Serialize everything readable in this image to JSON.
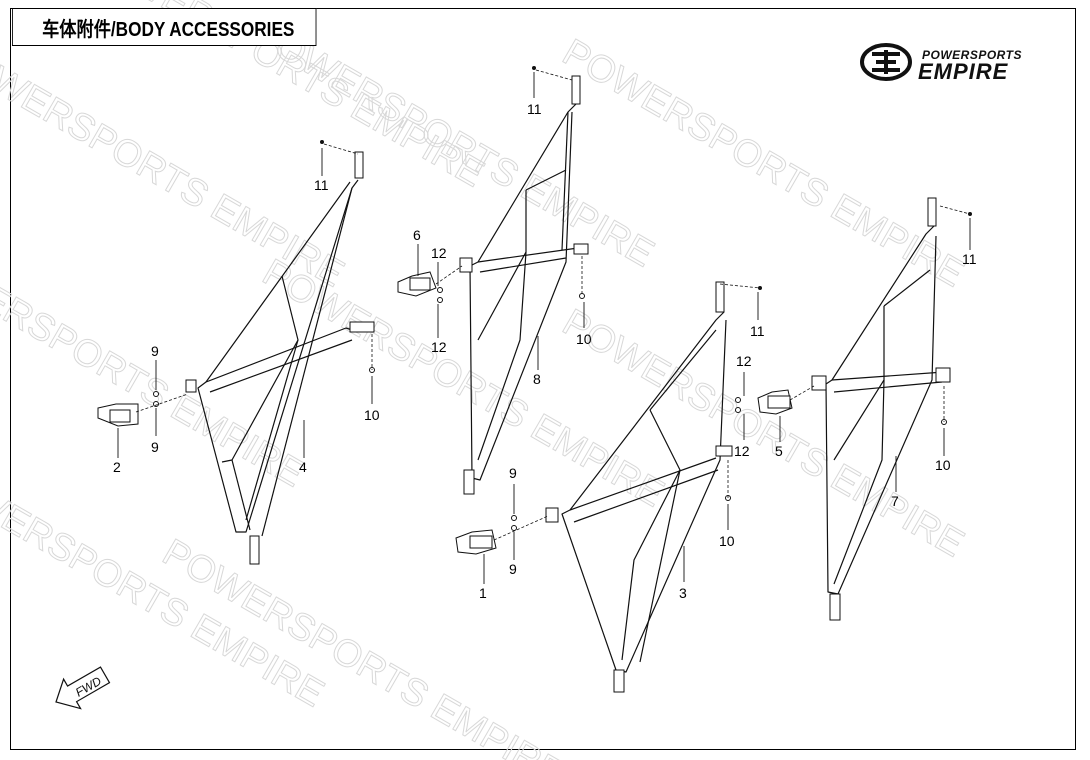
{
  "title": "车体附件/BODY ACCESSORIES",
  "logo": {
    "top_text": "POWERSPORTS",
    "bottom_text": "EMPIRE",
    "icon": "empire-logo-mark"
  },
  "watermark": {
    "lines": [
      "POWERSPORTS EMPIRE",
      "POWERSPORTS EMPIRE",
      "POWERSPORTS EMPIRE",
      "POWERSPORTS EMPIRE",
      "POWERSPORTS EMPIRE",
      "POWERSPORTS EMPIRE",
      "POWERSPORTS EMPIRE",
      "POWERSPORTS EMPIRE",
      "POWERSPORTS EMPIRE"
    ]
  },
  "fwd_label": "FWD",
  "callouts": {
    "c1": "1",
    "c2": "2",
    "c3": "3",
    "c4": "4",
    "c5": "5",
    "c6": "6",
    "c7": "7",
    "c8": "8",
    "c9a": "9",
    "c9b": "9",
    "c9c": "9",
    "c9d": "9",
    "c10a": "10",
    "c10b": "10",
    "c10c": "10",
    "c10d": "10",
    "c11a": "11",
    "c11b": "11",
    "c11c": "11",
    "c11d": "11",
    "c12a": "12",
    "c12b": "12",
    "c12c": "12",
    "c12d": "12"
  }
}
